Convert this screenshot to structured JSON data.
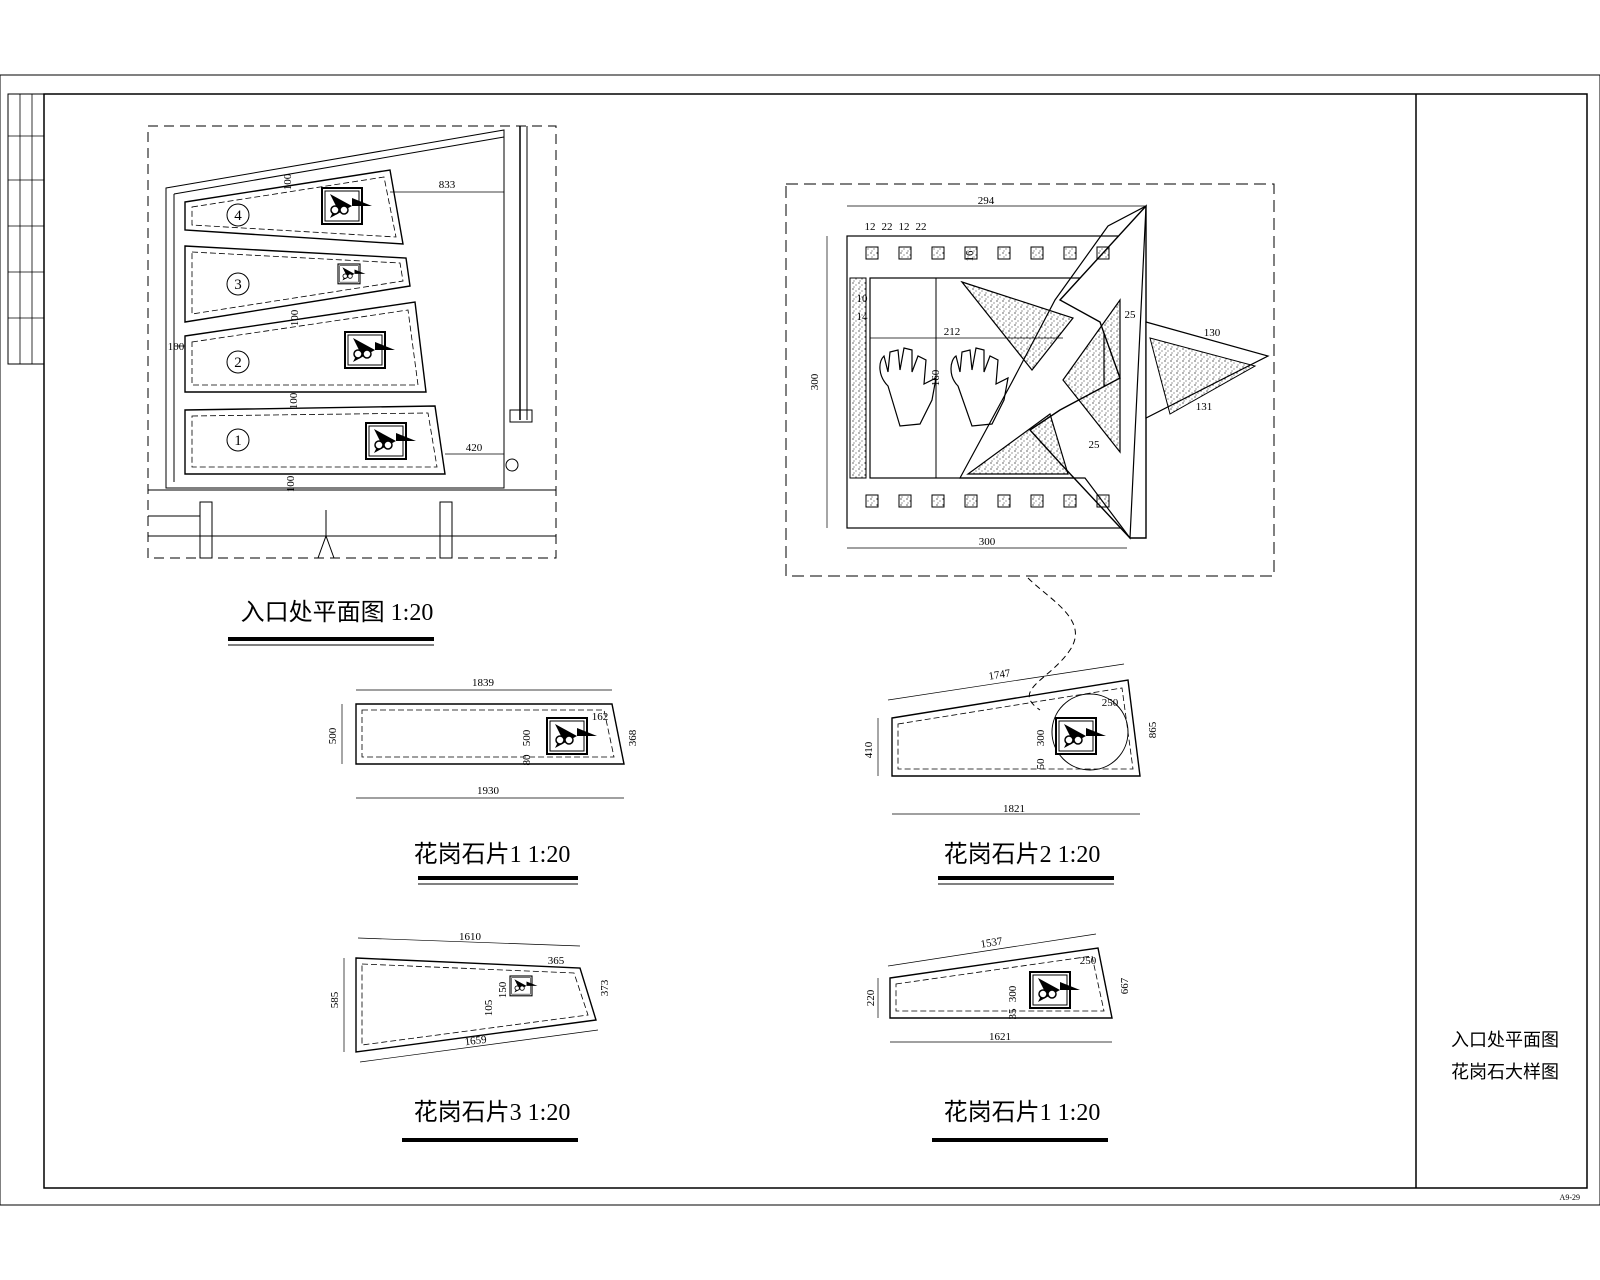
{
  "sheet": {
    "title_line1": "入口处平面图",
    "title_line2": "花岗石大样图",
    "sheet_code": "A9-29",
    "stroke_color": "#000000",
    "background_color": "#ffffff"
  },
  "plan": {
    "caption": "入口处平面图 1:20",
    "pieces": [
      "1",
      "2",
      "3",
      "4"
    ],
    "dims": {
      "d100a": "100",
      "d100b": "100",
      "d100c": "100",
      "d100d": "100",
      "d100e": "100",
      "d833": "833",
      "d420": "420"
    }
  },
  "detail": {
    "dims": {
      "w294": "294",
      "s1": "12",
      "s2": "22",
      "s3": "12",
      "s4": "22",
      "v300": "300",
      "h300": "300",
      "d212": "212",
      "d25a": "25",
      "d25b": "25",
      "d130": "130",
      "d131": "131",
      "d160": "160",
      "v16": "16",
      "v10": "10",
      "v14": "14"
    }
  },
  "pieces": [
    {
      "caption": "花岗石片1 1:20",
      "dims": {
        "top": "1839",
        "bottom": "1930",
        "left": "500",
        "inner": "500",
        "right": "368",
        "extra": "162",
        "small": "80"
      }
    },
    {
      "caption": "花岗石片2 1:20",
      "dims": {
        "top": "1747",
        "bottom": "1821",
        "left": "410",
        "inner": "300",
        "right": "865",
        "extra": "250",
        "small": "50"
      }
    },
    {
      "caption": "花岗石片3 1:20",
      "dims": {
        "top": "1610",
        "bottom": "1659",
        "left": "585",
        "inner": "150",
        "right": "373",
        "extra": "365",
        "small": "105"
      }
    },
    {
      "caption": "花岗石片1 1:20",
      "dims": {
        "top": "1537",
        "bottom": "1621",
        "left": "220",
        "inner": "300",
        "right": "667",
        "extra": "250",
        "small": "35"
      }
    }
  ]
}
